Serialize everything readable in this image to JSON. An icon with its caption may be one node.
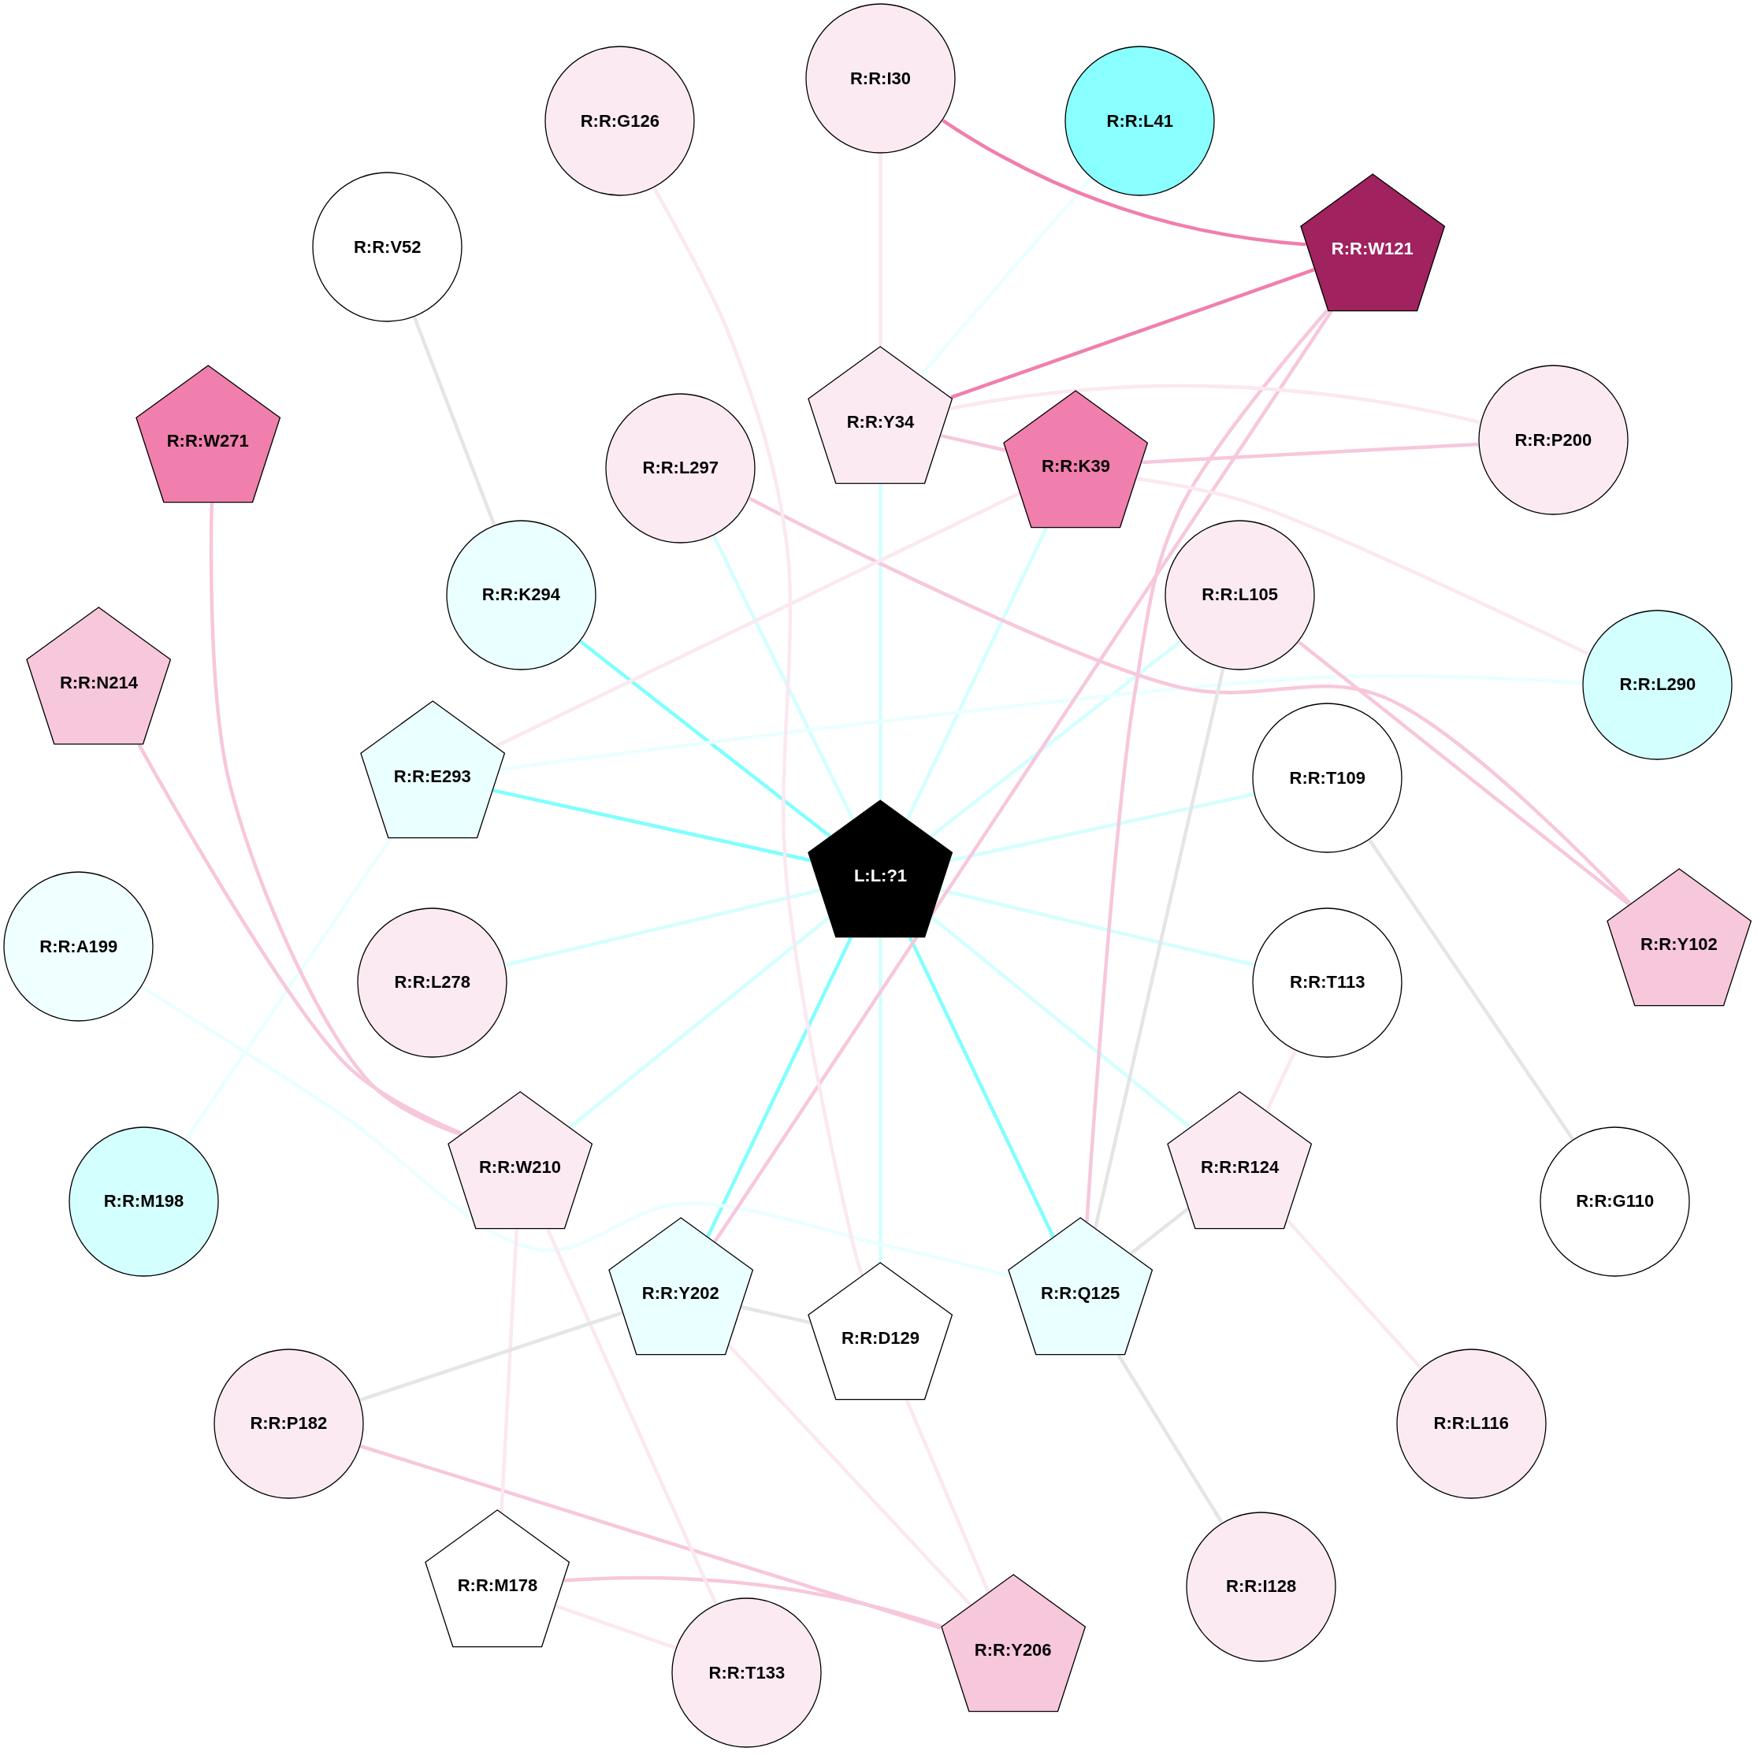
{
  "diagram": {
    "nodes": [
      {
        "text": [
          "L:L:?1"
        ]
      },
      {
        "text": [
          "R:R:I30"
        ]
      },
      {
        "text": [
          "R:R:G126"
        ]
      },
      {
        "text": [
          "R:R:L41"
        ]
      },
      {
        "text": [
          "R:R:W121"
        ]
      },
      {
        "text": [
          "R:R:V52"
        ]
      },
      {
        "text": [
          "R:R:W271"
        ]
      },
      {
        "text": [
          "R:R:Y34"
        ]
      },
      {
        "text": [
          "R:R:L297"
        ]
      },
      {
        "text": [
          "R:R:K39"
        ]
      },
      {
        "text": [
          "R:R:P200"
        ]
      },
      {
        "text": [
          "R:R:K294"
        ]
      },
      {
        "text": [
          "R:R:L105"
        ]
      },
      {
        "text": [
          "R:R:N214"
        ]
      },
      {
        "text": [
          "R:R:L290"
        ]
      },
      {
        "text": [
          "R:R:E293"
        ]
      },
      {
        "text": [
          "R:R:T109"
        ]
      },
      {
        "text": [
          "R:R:A199"
        ]
      },
      {
        "text": [
          "R:R:L278"
        ]
      },
      {
        "text": [
          "R:R:T113"
        ]
      },
      {
        "text": [
          "R:R:Y102"
        ]
      },
      {
        "text": [
          "R:R:W210"
        ]
      },
      {
        "text": [
          "R:R:R124"
        ]
      },
      {
        "text": [
          "R:R:M198"
        ]
      },
      {
        "text": [
          "R:R:G110"
        ]
      },
      {
        "text": [
          "R:R:Y202"
        ]
      },
      {
        "text": [
          "R:R:D129"
        ]
      },
      {
        "text": [
          "R:R:Q125"
        ]
      },
      {
        "text": [
          "R:R:P182"
        ]
      },
      {
        "text": [
          "R:R:L116"
        ]
      },
      {
        "text": [
          "R:R:M178"
        ]
      },
      {
        "text": [
          "R:R:I128"
        ]
      },
      {
        "text": [
          "R:R:T133"
        ]
      },
      {
        "text": [
          "R:R:Y206"
        ]
      }
    ],
    "edges": [
      {
        "from": 0,
        "to": 11,
        "arrow": "none",
        "color": "#80ffff"
      },
      {
        "from": 0,
        "to": 15,
        "arrow": "none",
        "color": "#80ffff"
      },
      {
        "from": 0,
        "to": 25,
        "arrow": "none",
        "color": "#80ffff"
      },
      {
        "from": 0,
        "to": 27,
        "arrow": "none",
        "color": "#80ffff"
      },
      {
        "from": 0,
        "to": 8,
        "arrow": "none",
        "color": "#d4ffff"
      },
      {
        "from": 0,
        "to": 7,
        "arrow": "none",
        "color": "#d4ffff"
      },
      {
        "from": 0,
        "to": 9,
        "arrow": "none",
        "color": "#d4ffff"
      },
      {
        "from": 0,
        "to": 12,
        "arrow": "none",
        "color": "#d4ffff"
      },
      {
        "from": 0,
        "to": 16,
        "arrow": "none",
        "color": "#d4ffff"
      },
      {
        "from": 0,
        "to": 18,
        "arrow": "none",
        "color": "#d4ffff"
      },
      {
        "from": 0,
        "to": 19,
        "arrow": "none",
        "color": "#d4ffff"
      },
      {
        "from": 0,
        "to": 21,
        "arrow": "none",
        "color": "#d4ffff"
      },
      {
        "from": 0,
        "to": 22,
        "arrow": "none",
        "color": "#d4ffff"
      },
      {
        "from": 0,
        "to": 26,
        "arrow": "none",
        "color": "#d4ffff"
      },
      {
        "from": 3,
        "to": 7,
        "arrow": "none",
        "color": "#eaffff"
      },
      {
        "from": 15,
        "to": 14,
        "arrow": "none",
        "color": "#eaffff"
      },
      {
        "from": 15,
        "to": 23,
        "arrow": "none",
        "color": "#eaffff"
      },
      {
        "from": 17,
        "to": 27,
        "arrow": "none",
        "color": "#eaffff"
      },
      {
        "from": 1,
        "to": 4,
        "arrow": "none",
        "color": "#f07fad"
      },
      {
        "from": 7,
        "to": 4,
        "arrow": "none",
        "color": "#f07fad"
      },
      {
        "from": 4,
        "to": 25,
        "arrow": "none",
        "color": "#f7c7dc"
      },
      {
        "from": 4,
        "to": 27,
        "arrow": "none",
        "color": "#f7c7dc"
      },
      {
        "from": 9,
        "to": 10,
        "arrow": "none",
        "color": "#f7c7dc"
      },
      {
        "from": 7,
        "to": 9,
        "arrow": "none",
        "color": "#f7c7dc"
      },
      {
        "from": 8,
        "to": 20,
        "arrow": "none",
        "color": "#f7c7dc"
      },
      {
        "from": 12,
        "to": 20,
        "arrow": "none",
        "color": "#f7c7dc"
      },
      {
        "from": 6,
        "to": 21,
        "arrow": "none",
        "color": "#f7c7dc"
      },
      {
        "from": 13,
        "to": 21,
        "arrow": "none",
        "color": "#f7c7dc"
      },
      {
        "from": 28,
        "to": 33,
        "arrow": "none",
        "color": "#f7c7dc"
      },
      {
        "from": 30,
        "to": 33,
        "arrow": "none",
        "color": "#f7c7dc"
      },
      {
        "from": 1,
        "to": 7,
        "arrow": "none",
        "color": "#fbe8f0"
      },
      {
        "from": 2,
        "to": 26,
        "arrow": "none",
        "color": "#fbe8f0"
      },
      {
        "from": 7,
        "to": 10,
        "arrow": "none",
        "color": "#fbe8f0"
      },
      {
        "from": 9,
        "to": 14,
        "arrow": "none",
        "color": "#fbe8f0"
      },
      {
        "from": 9,
        "to": 15,
        "arrow": "none",
        "color": "#fbe8f0"
      },
      {
        "from": 19,
        "to": 22,
        "arrow": "none",
        "color": "#fbe8f0"
      },
      {
        "from": 22,
        "to": 29,
        "arrow": "none",
        "color": "#fbe8f0"
      },
      {
        "from": 21,
        "to": 30,
        "arrow": "none",
        "color": "#fbe8f0"
      },
      {
        "from": 21,
        "to": 32,
        "arrow": "none",
        "color": "#fbe8f0"
      },
      {
        "from": 25,
        "to": 33,
        "arrow": "none",
        "color": "#fbe8f0"
      },
      {
        "from": 26,
        "to": 33,
        "arrow": "none",
        "color": "#fbe8f0"
      },
      {
        "from": 30,
        "to": 32,
        "arrow": "none",
        "color": "#fbe8f0"
      },
      {
        "from": 5,
        "to": 11,
        "arrow": "none",
        "color": "#e5e5e5"
      },
      {
        "from": 12,
        "to": 27,
        "arrow": "none",
        "color": "#e5e5e5"
      },
      {
        "from": 16,
        "to": 24,
        "arrow": "none",
        "color": "#e5e5e5"
      },
      {
        "from": 22,
        "to": 27,
        "arrow": "none",
        "color": "#e5e5e5"
      },
      {
        "from": 25,
        "to": 28,
        "arrow": "none",
        "color": "#e5e5e5"
      },
      {
        "from": 25,
        "to": 26,
        "arrow": "none",
        "color": "#e5e5e5"
      },
      {
        "from": 27,
        "to": 31,
        "arrow": "none",
        "color": "#e5e5e5"
      }
    ]
  }
}
